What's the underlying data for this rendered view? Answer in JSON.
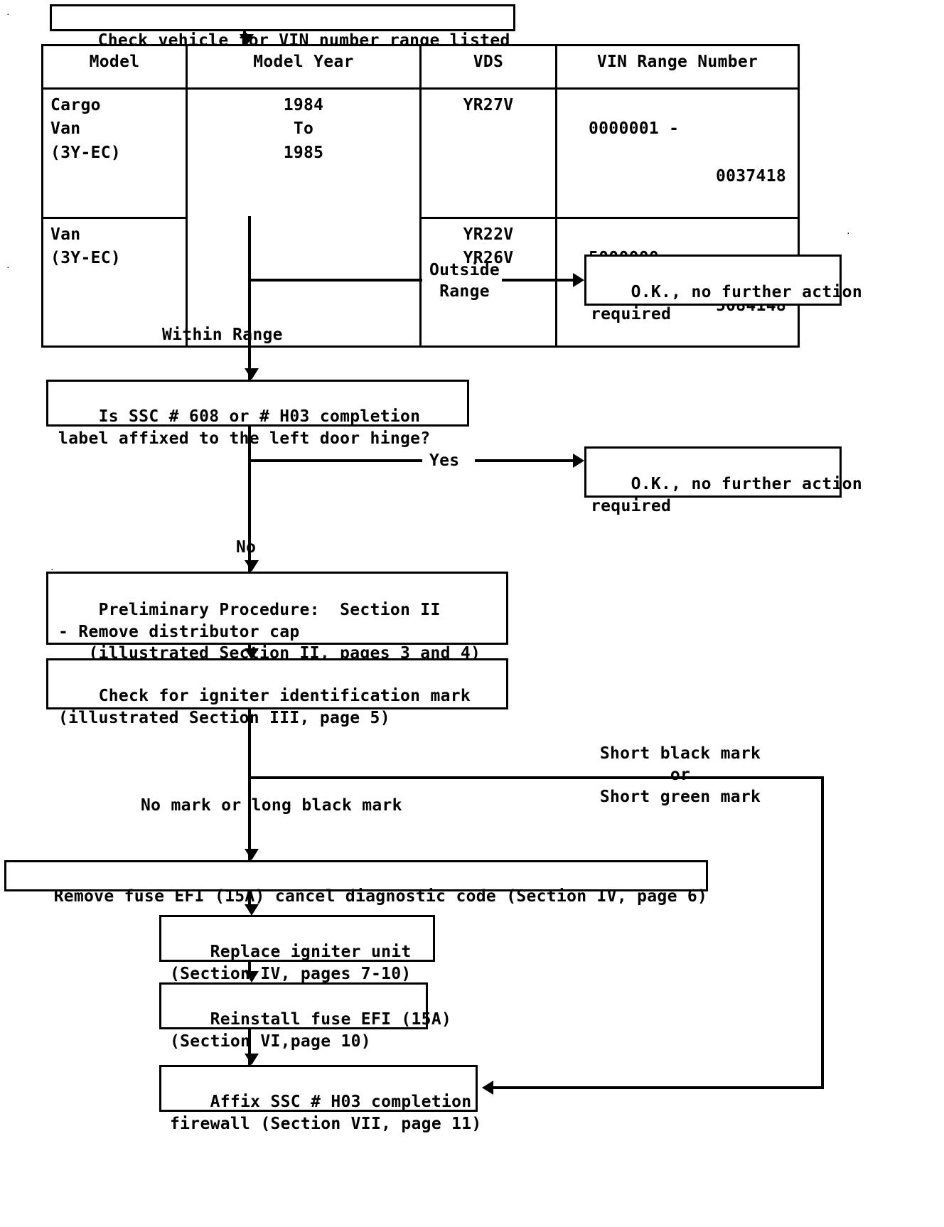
{
  "document": {
    "title": "Check vehicle for VIN number range listed"
  },
  "vin_table": {
    "headers": [
      "Model",
      "Model Year",
      "VDS",
      "VIN Range Number"
    ],
    "rows": [
      {
        "model": "Cargo\nVan\n(3Y-EC)",
        "model_year": "1984\nTo\n1985",
        "vds": "YR27V",
        "vin_low": "0000001 -",
        "vin_high": "0037418"
      },
      {
        "model": "Van\n(3Y-EC)",
        "vds": "YR22V\nYR26V",
        "vin_low": "5000000 -",
        "vin_high": "5084148"
      }
    ]
  },
  "flow": {
    "branch_outside_range_label": "Outside\nRange",
    "ok_box_1": "O.K., no further action\nrequired",
    "within_range_label": "Within Range",
    "ssc_question": "Is SSC # 608 or # H03 completion\nlabel affixed to the left door hinge?",
    "branch_yes_label": "Yes",
    "ok_box_2": "O.K., no further action\nrequired",
    "branch_no_label": "No",
    "preliminary_procedure": "Preliminary Procedure:  Section II\n- Remove distributor cap\n   (illustrated Section II, pages 3 and 4)",
    "check_igniter": "Check for igniter identification mark\n(illustrated Section III, page 5)",
    "branch_no_mark_label": "No mark or long black mark",
    "branch_short_mark_label": "Short black mark\nor\nShort green mark",
    "remove_fuse": "Remove fuse EFI (15A) cancel diagnostic code (Section IV, page 6)",
    "replace_igniter": "Replace igniter unit\n(Section IV, pages 7-10)",
    "reinstall_fuse": "Reinstall fuse EFI (15A)\n(Section VI,page 10)",
    "affix_label": "Affix SSC # H03 completion\nfirewall (Section VII, page 11)"
  },
  "colors": {
    "ink": "#000000",
    "paper": "#ffffff"
  }
}
